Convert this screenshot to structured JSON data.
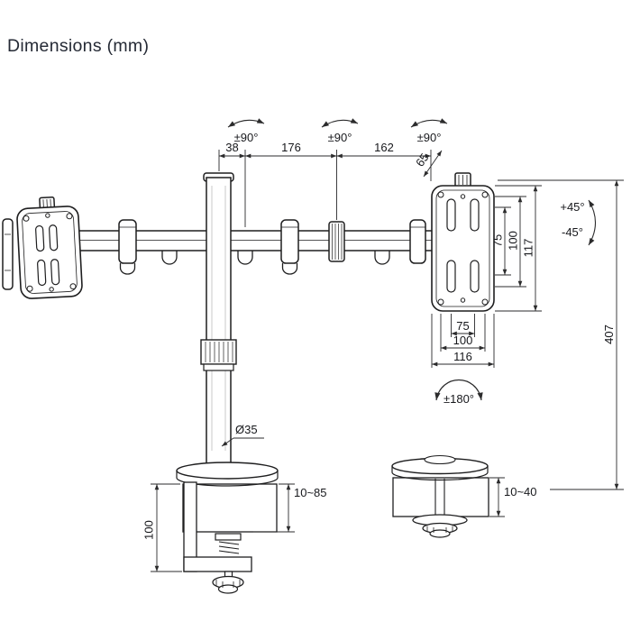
{
  "title": "Dimensions (mm)",
  "labels": {
    "swivel_left": "±90°",
    "swivel_center": "±90°",
    "swivel_right": "±90°",
    "offset_38": "38",
    "arm_176": "176",
    "arm_162": "162",
    "offset_65": "65",
    "vesa_v_75": "75",
    "vesa_v_100": "100",
    "plate_height_117": "117",
    "tilt_up": "+45°",
    "tilt_down": "-45°",
    "vesa_h_75": "75",
    "vesa_h_100": "100",
    "plate_width_116": "116",
    "pole_height_407": "407",
    "rotation_180": "±180°",
    "pole_diameter": "Ø35",
    "clamp_thickness": "10~85",
    "clamp_height_100": "100",
    "grommet_thickness": "10~40"
  }
}
